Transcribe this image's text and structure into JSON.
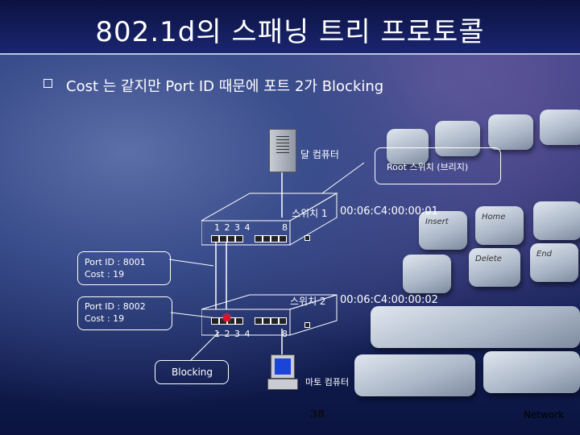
{
  "title": "802.1d의 스패닝 트리 프로토콜",
  "bullet": "Cost 는 같지만 Port ID 때문에 포트 2가 Blocking",
  "diagram": {
    "server_label": "달 컴퓨터",
    "root_label": "Root 스위치 (브리지)",
    "switch1": {
      "label": "스위치 1",
      "mac": "00:06:C4:00:00:01",
      "port_numbers": "1 2 3 4",
      "port_last": "8"
    },
    "switch2": {
      "label": "스위치 2",
      "mac": "00:06:C4:00:00:02",
      "port_numbers": "1 2 3 4",
      "port_last": "8"
    },
    "callout1": {
      "port_id": "Port ID : 8001",
      "cost": "Cost : 19"
    },
    "callout2": {
      "port_id": "Port ID : 8002",
      "cost": "Cost : 19"
    },
    "blocking_label": "Blocking",
    "client_label": "마토 컴퓨터"
  },
  "keyboard_keys": [
    "Insert",
    "Home",
    "Delete",
    "End"
  ],
  "page_number": "38",
  "footer": "Network"
}
